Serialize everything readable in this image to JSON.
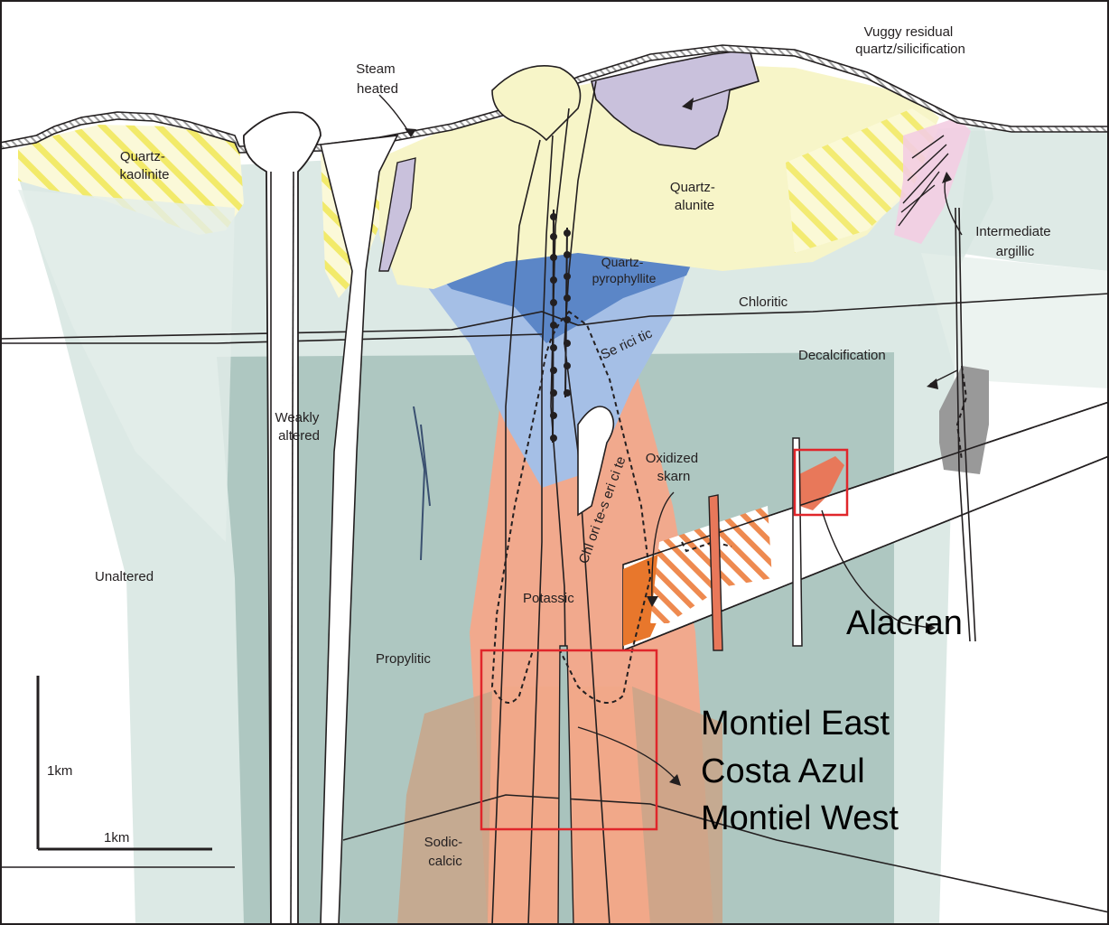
{
  "labels": {
    "vuggy": [
      "Vuggy residual",
      "quartz/silicification"
    ],
    "steam": [
      "Steam",
      "heated"
    ],
    "quartz_kaolinite": [
      "Quartz-",
      "kaolinite"
    ],
    "quartz_alunite": [
      "Quartz-",
      "alunite"
    ],
    "quartz_pyrophyllite": [
      "Quartz-",
      "pyrophyllite"
    ],
    "intermediate_argillic": [
      "Intermediate",
      "argillic"
    ],
    "chloritic": "Chloritic",
    "sericitic": "Se rici tic",
    "decalcification": "Decalcification",
    "weakly_altered": [
      "Weakly",
      "altered"
    ],
    "chlorite_sericite": "Chl ori te-s eri ci te",
    "oxidized_skarn": [
      "Oxidized",
      "skarn"
    ],
    "unaltered": "Unaltered",
    "potassic": "Potassic",
    "propylitic": "Propylitic",
    "sodic_calcic": [
      "Sodic-",
      "calcic"
    ]
  },
  "targets": {
    "alacran": "Alacran",
    "southern": [
      "Montiel East",
      "Costa Azul",
      "Montiel West"
    ]
  },
  "scale_bar": {
    "vertical": "1km",
    "horizontal": "1km"
  },
  "colors": {
    "propylitic": "#a9c3bd",
    "chloritic": "#d6e5e0",
    "quartz_alunite": "#f7f5c8",
    "vuggy": "#c9c1dc",
    "quartz_pyrophyllite": "#5b86c7",
    "sericitic": "#a5bfe6",
    "potassic": "#f4a88a",
    "sodic_calcic": "#c9a488",
    "skarn": "#e8772c",
    "intermediate_argillic": "#f3cde2",
    "decalcification": "#999999",
    "kaolinite_hatch": "#f2ea6a",
    "target_box": "#e0262b"
  }
}
